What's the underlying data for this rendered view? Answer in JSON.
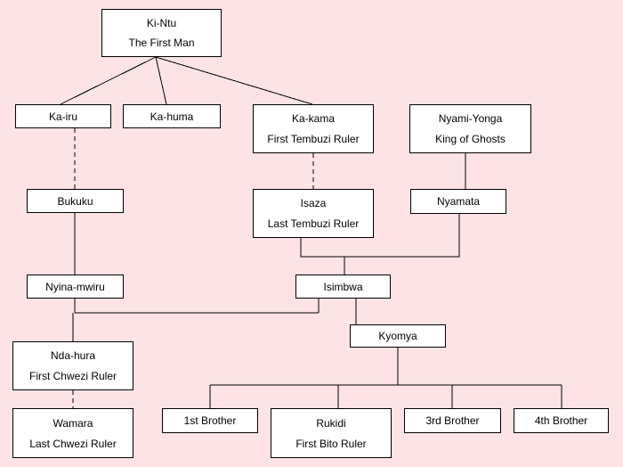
{
  "colors": {
    "background": "#fde3e6",
    "box": "#ffffff",
    "line": "#000000"
  },
  "nodes": {
    "kintu": {
      "name": "Ki-Ntu",
      "title": "The First Man"
    },
    "kairu": {
      "name": "Ka-iru"
    },
    "kahuma": {
      "name": "Ka-huma"
    },
    "kakama": {
      "name": "Ka-kama",
      "title": "First Tembuzi Ruler"
    },
    "nyamiyonga": {
      "name": "Nyami-Yonga",
      "title": "King of Ghosts"
    },
    "bukuku": {
      "name": "Bukuku"
    },
    "isaza": {
      "name": "Isaza",
      "title": "Last Tembuzi Ruler"
    },
    "nyamata": {
      "name": "Nyamata"
    },
    "nyinamwiru": {
      "name": "Nyina-mwiru"
    },
    "isimbwa": {
      "name": "Isimbwa"
    },
    "kyomya": {
      "name": "Kyomya"
    },
    "ndahura": {
      "name": "Nda-hura",
      "title": "First Chwezi Ruler"
    },
    "wamara": {
      "name": "Wamara",
      "title": "Last Chwezi Ruler"
    },
    "brother1": {
      "name": "1st Brother"
    },
    "rukidi": {
      "name": "Rukidi",
      "title": "First Bito Ruler"
    },
    "brother3": {
      "name": "3rd Brother"
    },
    "brother4": {
      "name": "4th Brother"
    }
  }
}
